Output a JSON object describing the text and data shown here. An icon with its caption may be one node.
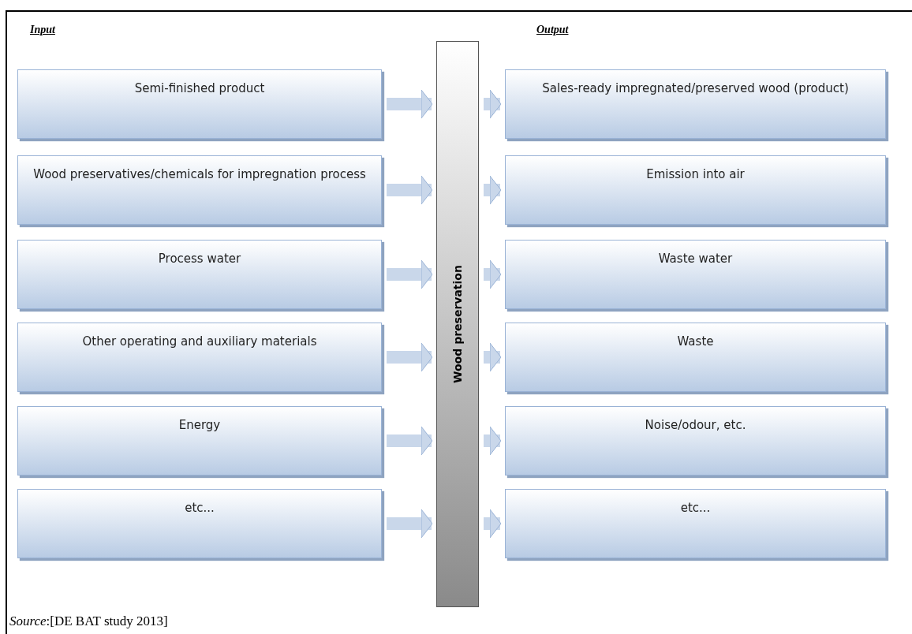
{
  "diagram": {
    "caption": "*Source*:[DE BAT study 2013]",
    "nodes": [
      {
        "text": [
          "Semi-finished product"
        ]
      },
      {
        "text": [
          "Wood preservatives/chemicals for impregnation process"
        ]
      },
      {
        "text": [
          "Process water"
        ]
      },
      {
        "text": [
          "Other operating and auxiliary materials"
        ]
      },
      {
        "text": [
          "Energy"
        ]
      },
      {
        "text": [
          "etc..."
        ]
      },
      {
        "text": [
          "Wood preservation"
        ]
      },
      {
        "text": [
          "Sales-ready impregnated/preserved wood (product)"
        ]
      },
      {
        "text": [
          "Emission into air"
        ]
      },
      {
        "text": [
          "Waste water"
        ]
      },
      {
        "text": [
          "Waste"
        ]
      },
      {
        "text": [
          "Noise/odour, etc."
        ]
      },
      {
        "text": [
          "etc..."
        ]
      }
    ],
    "edges": [
      {
        "from": 0,
        "to": 6,
        "arrow": "to"
      },
      {
        "from": 1,
        "to": 6,
        "arrow": "to"
      },
      {
        "from": 2,
        "to": 6,
        "arrow": "to"
      },
      {
        "from": 3,
        "to": 6,
        "arrow": "to"
      },
      {
        "from": 4,
        "to": 6,
        "arrow": "to"
      },
      {
        "from": 5,
        "to": 6,
        "arrow": "to"
      },
      {
        "from": 6,
        "to": 7,
        "arrow": "to"
      },
      {
        "from": 6,
        "to": 8,
        "arrow": "to"
      },
      {
        "from": 6,
        "to": 9,
        "arrow": "to"
      },
      {
        "from": 6,
        "to": 10,
        "arrow": "to"
      },
      {
        "from": 6,
        "to": 11,
        "arrow": "to"
      },
      {
        "from": 6,
        "to": 12,
        "arrow": "to"
      }
    ],
    "labels": [
      "Input",
      "Output"
    ]
  }
}
